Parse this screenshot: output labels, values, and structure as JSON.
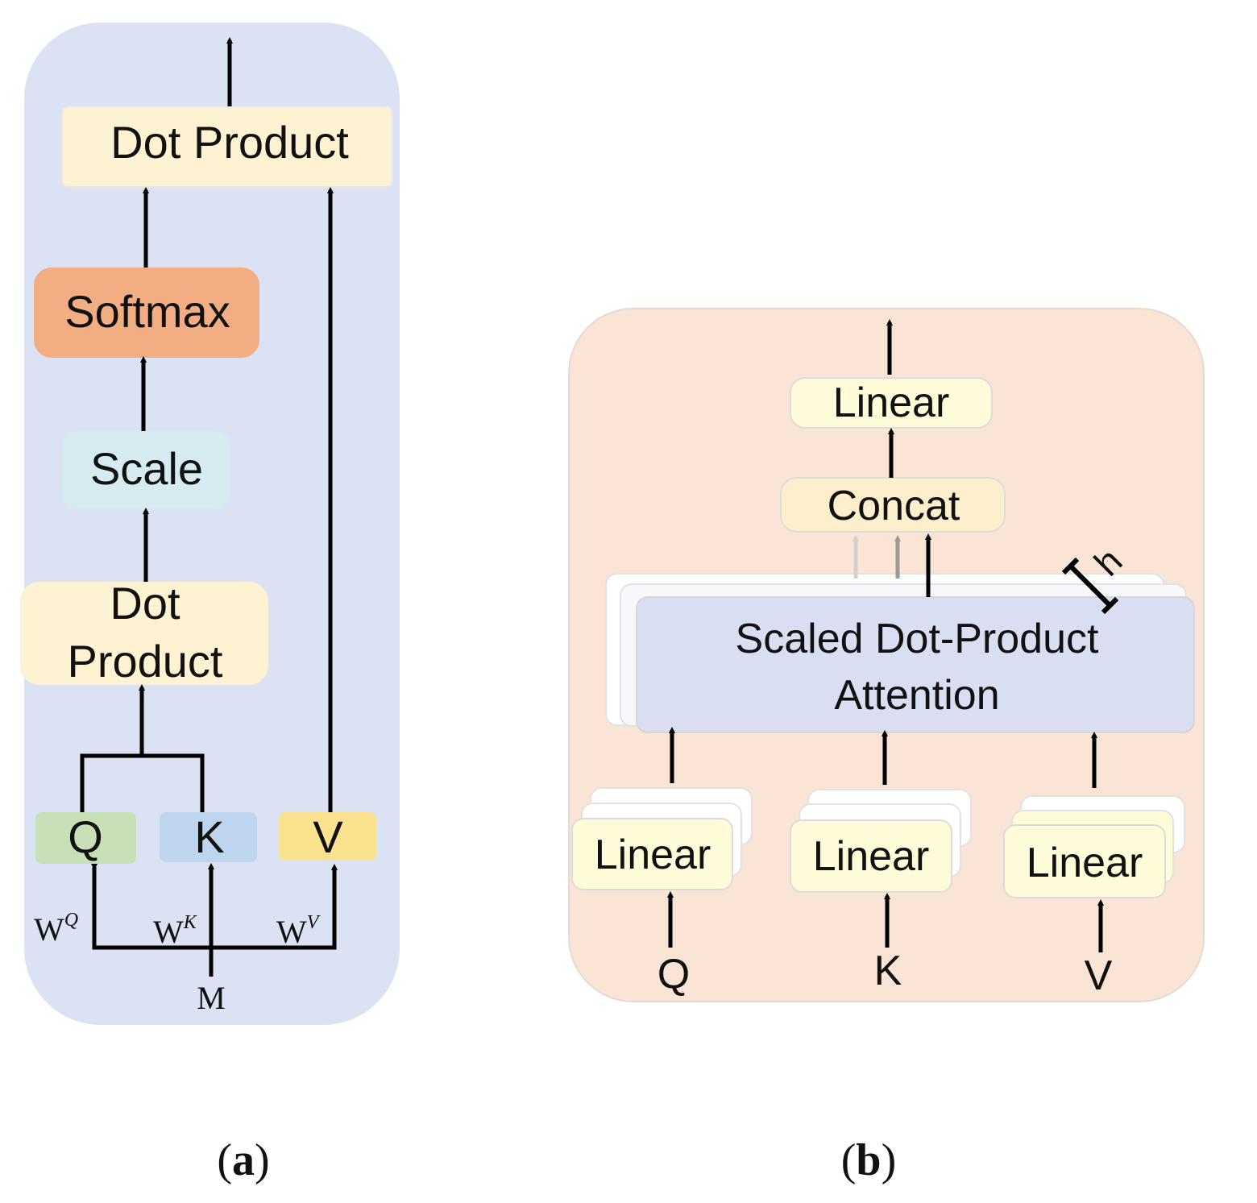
{
  "panel_a": {
    "dot_product_top": "Dot Product",
    "softmax": "Softmax",
    "scale": "Scale",
    "dot_product_lower_line1": "Dot",
    "dot_product_lower_line2": "Product",
    "q": "Q",
    "k": "K",
    "v": "V",
    "wq_base": "W",
    "wq_sup": "Q",
    "wk_base": "W",
    "wk_sup": "K",
    "wv_base": "W",
    "wv_sup": "V",
    "m": "M",
    "caption_open": "(",
    "caption_letter": "a",
    "caption_close": ")"
  },
  "panel_b": {
    "linear_top": "Linear",
    "concat": "Concat",
    "attention_line1": "Scaled Dot-Product",
    "attention_line2": "Attention",
    "heads": "h",
    "linear_q": "Linear",
    "linear_k": "Linear",
    "linear_v": "Linear",
    "q": "Q",
    "k": "K",
    "v": "V",
    "caption_open": "(",
    "caption_letter": "b",
    "caption_close": ")"
  },
  "colors": {
    "panel_a_bg": "#dae2f3",
    "panel_b_bg": "#f9e4d5",
    "dot_product": "#fdf2d2",
    "softmax": "#f2ae82",
    "scale": "#d5ebf0",
    "q_box": "#c8dfb7",
    "k_box": "#bdd5ee",
    "v_box": "#fbe28f",
    "linear": "#fefbd8",
    "concat": "#fdefcc",
    "attention": "#dadef2"
  }
}
